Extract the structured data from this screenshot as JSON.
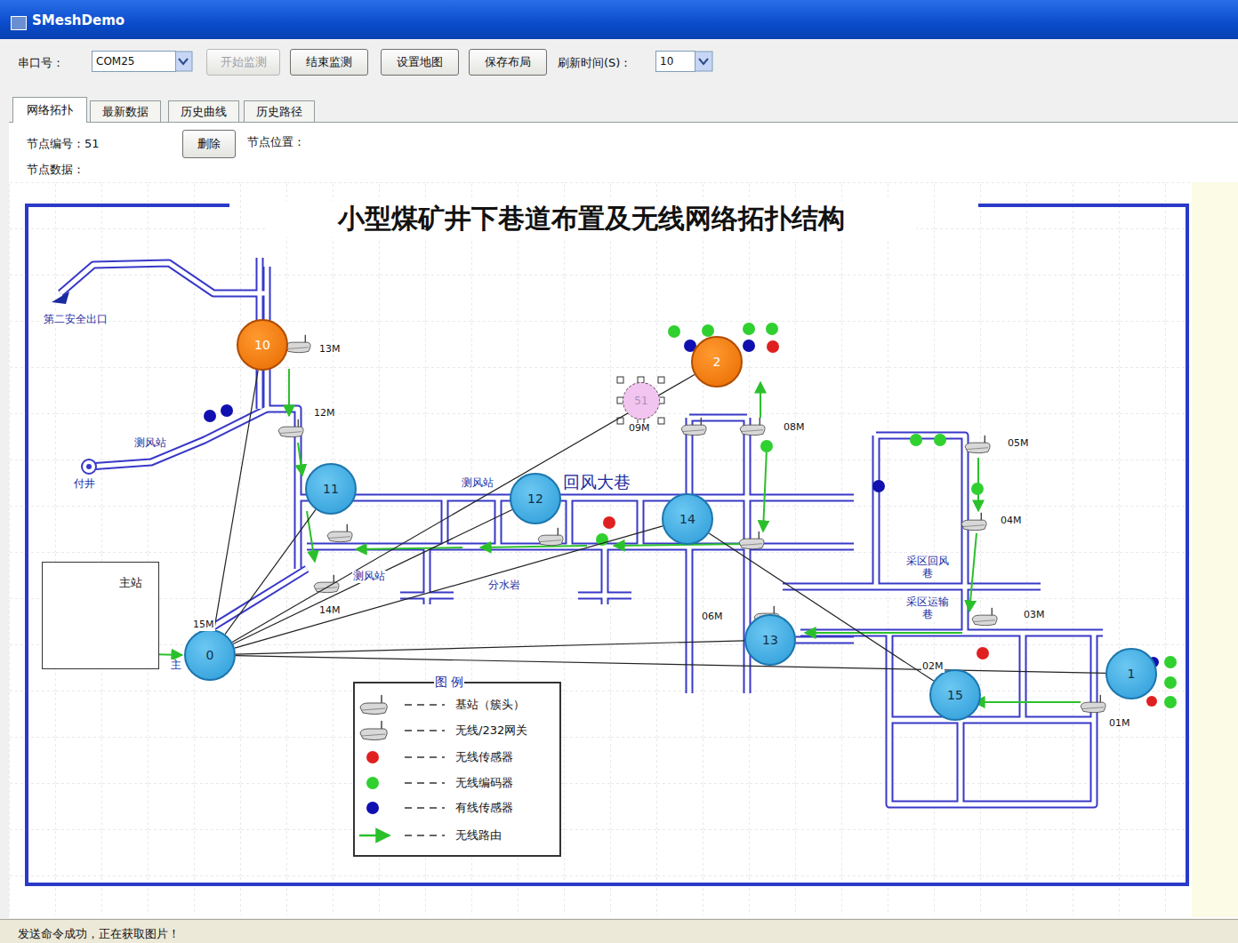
{
  "diagram": {
    "title": "小型煤矿井下巷道布置及无线网络拓扑结构",
    "nodes": [
      {
        "text": [
          "COM25"
        ]
      },
      {
        "text": [
          "开始监测"
        ]
      },
      {
        "text": [
          "结束监测"
        ]
      },
      {
        "text": [
          "设置地图"
        ]
      },
      {
        "text": [
          "保存布局"
        ]
      },
      {
        "text": [
          "10"
        ]
      },
      {
        "text": [
          "网络拓扑"
        ]
      },
      {
        "text": [
          "最新数据"
        ]
      },
      {
        "text": [
          "历史曲线"
        ]
      },
      {
        "text": [
          "历史路径"
        ]
      },
      {
        "text": [
          "删除"
        ]
      },
      {
        "text": [
          "主站"
        ]
      },
      {
        "text": [
          "10"
        ]
      },
      {
        "text": [
          "2"
        ]
      },
      {
        "text": [
          "51"
        ]
      },
      {
        "text": [
          "11"
        ]
      },
      {
        "text": [
          "12"
        ]
      },
      {
        "text": [
          "14"
        ]
      },
      {
        "text": [
          "13"
        ]
      },
      {
        "text": [
          "0"
        ]
      },
      {
        "text": [
          "1"
        ]
      },
      {
        "text": [
          "15"
        ]
      }
    ],
    "edges": [
      {
        "from": 19,
        "to": 12,
        "arrow": "none"
      },
      {
        "from": 19,
        "to": 15,
        "arrow": "none"
      },
      {
        "from": 19,
        "to": 16,
        "arrow": "none"
      },
      {
        "from": 19,
        "to": 13,
        "arrow": "none"
      },
      {
        "from": 19,
        "to": 17,
        "arrow": "none"
      },
      {
        "from": 19,
        "to": 18,
        "arrow": "none"
      },
      {
        "from": 19,
        "to": 20,
        "arrow": "none"
      },
      {
        "from": 17,
        "to": 21,
        "arrow": "none"
      }
    ],
    "labels": [
      "SMeshDemo",
      "串口号：",
      "刷新时间(S)：",
      "节点编号：51",
      "节点位置：",
      "节点数据：",
      "第二安全出口",
      "13M",
      "12M",
      "测风站",
      "付井",
      "测风站",
      "回风大巷",
      "测风站",
      "分水岩",
      "14M",
      "15M",
      "主",
      "09M",
      "08M",
      "05M",
      "04M",
      "03M",
      "采区回风巷",
      "采区运输巷",
      "06M",
      "02M",
      "01M",
      "图 例",
      "发送命令成功，正在获取图片！"
    ],
    "legend": [
      {
        "text": "基站（簇头）"
      },
      {
        "text": "无线/232网关"
      },
      {
        "text": "无线传感器",
        "color": "#e02020"
      },
      {
        "text": "无线编码器",
        "color": "#30d030"
      },
      {
        "text": "有线传感器",
        "color": "#1010b0"
      },
      {
        "text": "无线路由"
      }
    ]
  }
}
